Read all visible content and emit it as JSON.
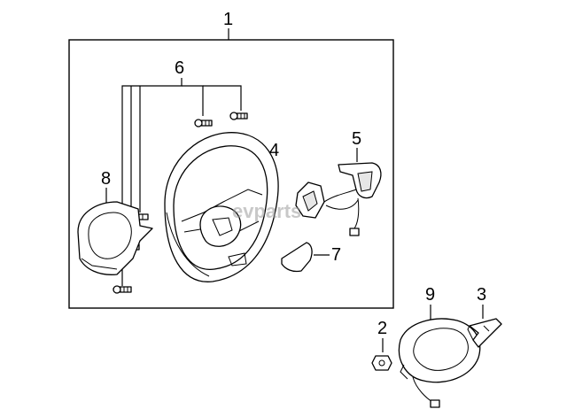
{
  "diagram": {
    "callouts": {
      "c1": "1",
      "c2": "2",
      "c3": "3",
      "c4": "4",
      "c5": "5",
      "c6": "6",
      "c7": "7",
      "c8": "8",
      "c9": "9"
    },
    "watermark": "evparts"
  }
}
